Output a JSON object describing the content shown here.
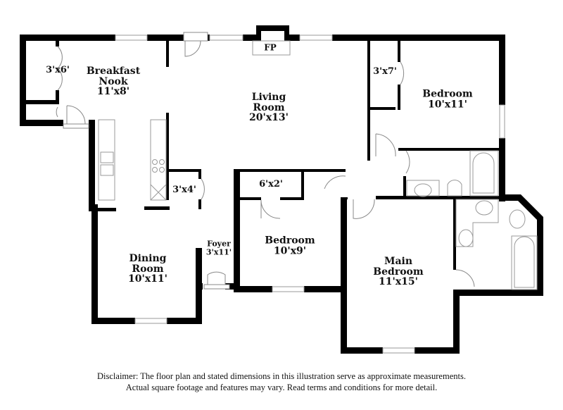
{
  "floorplan": {
    "rooms": [
      {
        "id": "breakfast-nook",
        "name_lines": [
          "Breakfast",
          "Nook"
        ],
        "dims": "11'x8'"
      },
      {
        "id": "living-room",
        "name_lines": [
          "Living",
          "Room"
        ],
        "dims": "20'x13'"
      },
      {
        "id": "bedroom-ne",
        "name_lines": [
          "Bedroom"
        ],
        "dims": "10'x11'"
      },
      {
        "id": "bedroom-center",
        "name_lines": [
          "Bedroom"
        ],
        "dims": "10'x9'"
      },
      {
        "id": "main-bedroom",
        "name_lines": [
          "Main",
          "Bedroom"
        ],
        "dims": "11'x15'"
      },
      {
        "id": "dining-room",
        "name_lines": [
          "Dining",
          "Room"
        ],
        "dims": "10'x11'"
      },
      {
        "id": "foyer",
        "name_lines": [
          "Foyer"
        ],
        "dims": "3'x11'"
      }
    ],
    "closets": [
      {
        "id": "closet-nook",
        "dims": "3'x6'"
      },
      {
        "id": "closet-bedroom-ne",
        "dims": "3'x7'"
      },
      {
        "id": "closet-pantry",
        "dims": "3'x4'"
      },
      {
        "id": "closet-bedroom-center",
        "dims": "6'x2'"
      }
    ],
    "fireplace_label": "FP",
    "wall_color": "#000000",
    "fixture_color": "#8a8a8a"
  },
  "disclaimer": {
    "line1": "Disclaimer: The floor plan and stated dimensions in this illustration serve as approximate measurements.",
    "line2": "Actual square footage and features may vary. Read terms and conditions for more detail."
  }
}
